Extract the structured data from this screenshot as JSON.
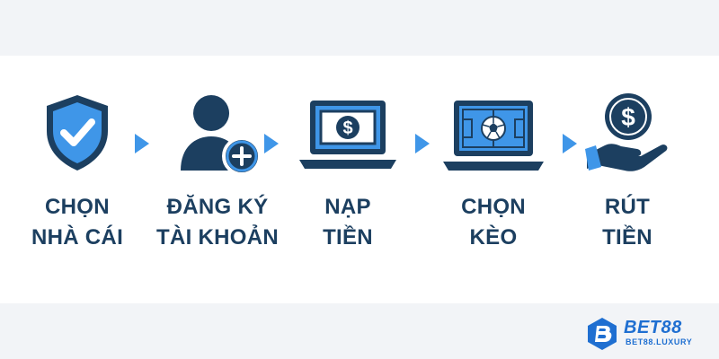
{
  "steps": [
    {
      "icon": "shield-check-icon",
      "line1": "CHỌN",
      "line2": "NHÀ CÁI"
    },
    {
      "icon": "user-add-icon",
      "line1": "ĐĂNG KÝ",
      "line2": "TÀI KHOẢN"
    },
    {
      "icon": "dollar-banknote-laptop-icon",
      "line1": "NẠP",
      "line2": "TIỀN"
    },
    {
      "icon": "soccer-field-laptop-icon",
      "line1": "CHỌN",
      "line2": "KÈO"
    },
    {
      "icon": "hand-coin-icon",
      "line1": "RÚT",
      "line2": "TIỀN"
    }
  ],
  "brand": {
    "name": "BET88",
    "domain": "BET88.LUXURY"
  },
  "colors": {
    "navy": "#1c3f60",
    "accent": "#3f96e8",
    "brand": "#1f6fd1"
  }
}
